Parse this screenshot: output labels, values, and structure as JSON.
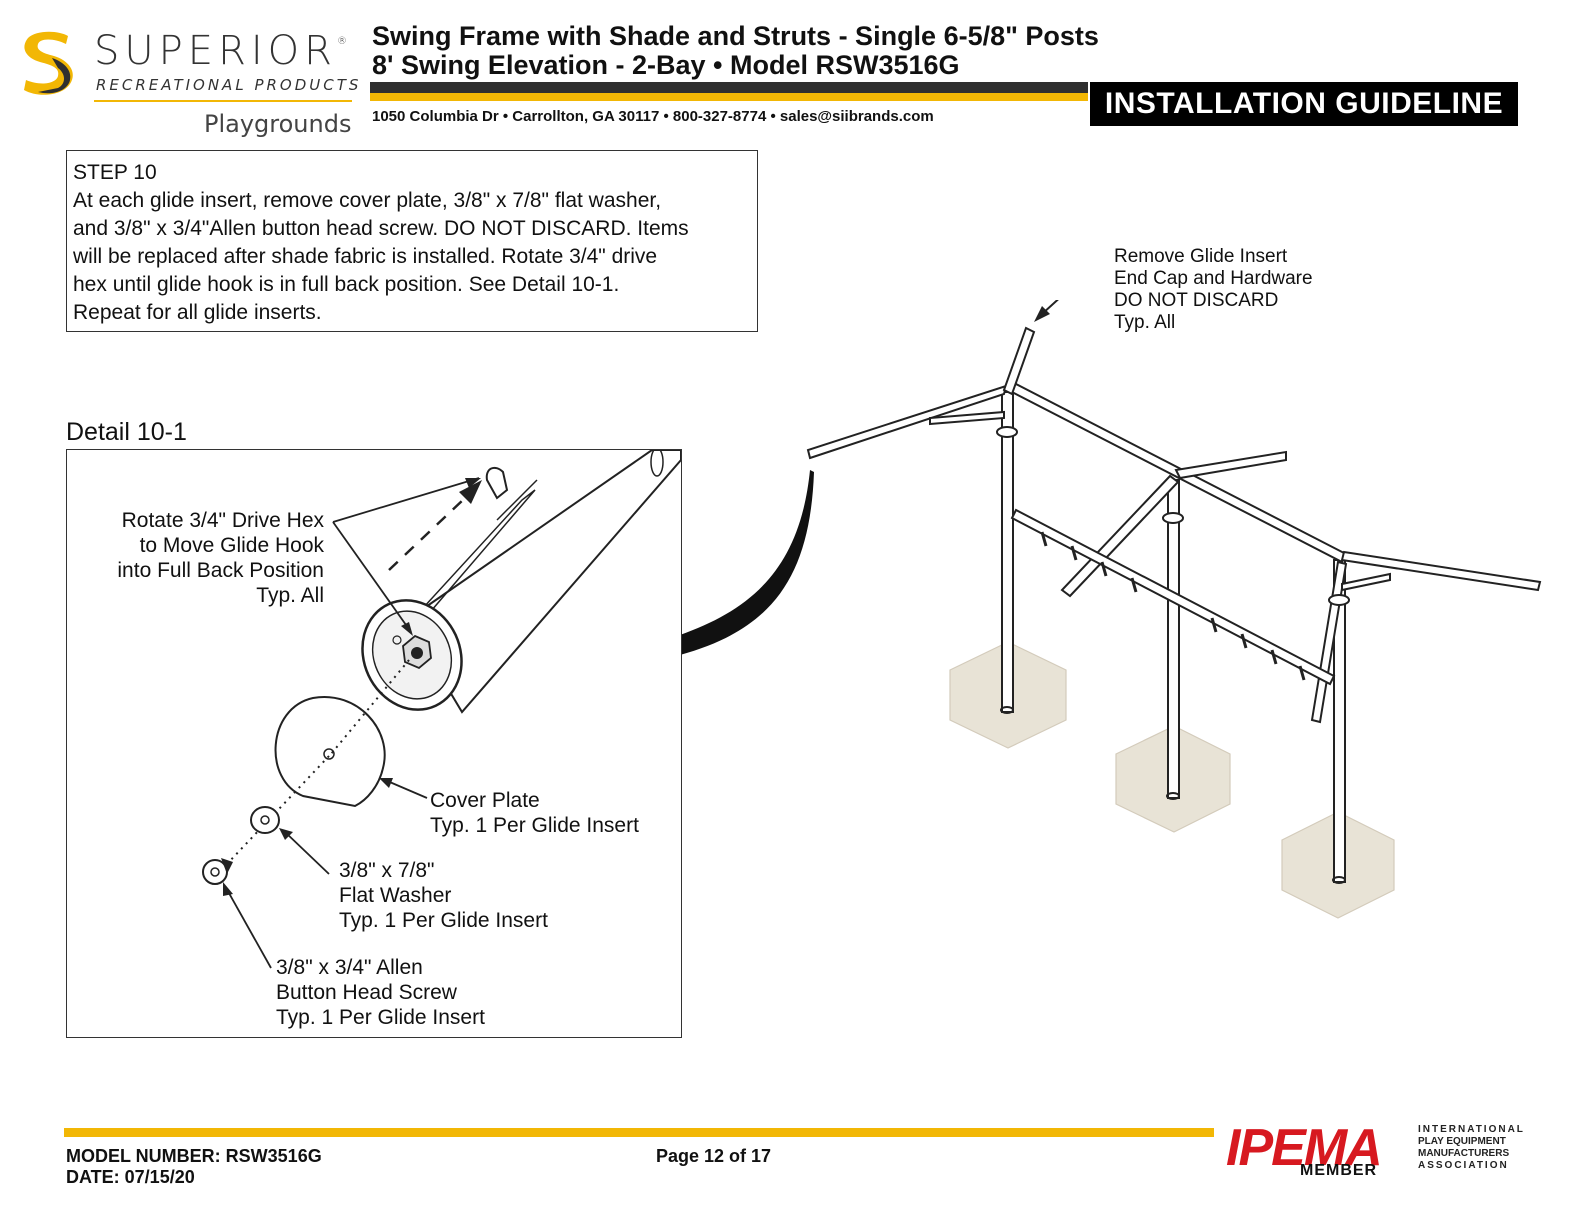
{
  "header": {
    "brand": "SUPERIOR",
    "brand_mark": "®",
    "tagline": "RECREATIONAL PRODUCTS",
    "sub_brand": "Playgrounds",
    "title_line1": "Swing Frame with Shade and Struts - Single 6-5/8\" Posts",
    "title_line2": "8' Swing Elevation - 2-Bay • Model RSW3516G",
    "address": "1050 Columbia Dr • Carrollton, GA 30117 • 800-327-8774 • sales@siibrands.com",
    "banner": "INSTALLATION GUIDELINE"
  },
  "step": {
    "heading": "STEP 10",
    "lines": [
      "At each glide insert, remove cover plate, 3/8\" x 7/8\" flat washer,",
      "and 3/8\" x 3/4\"Allen button head screw.  DO NOT DISCARD.  Items",
      "will be replaced after shade fabric is installed.  Rotate 3/4\" drive",
      "hex until glide hook is in full back position.  See Detail 10-1.",
      "Repeat for all glide inserts."
    ]
  },
  "detail": {
    "title": "Detail 10-1",
    "labels": {
      "rotate": [
        "Rotate 3/4\" Drive Hex",
        "to Move Glide Hook",
        "into Full Back Position",
        "Typ. All"
      ],
      "cover": [
        "Cover Plate",
        "Typ. 1 Per Glide Insert"
      ],
      "washer": [
        "3/8\" x 7/8\"",
        "Flat Washer",
        "Typ. 1 Per Glide Insert"
      ],
      "screw": [
        "3/8\" x 3/4\" Allen",
        "Button Head Screw",
        "Typ. 1 Per Glide Insert"
      ]
    }
  },
  "main_view": {
    "callout": [
      "Remove Glide Insert",
      "End Cap and Hardware",
      "DO NOT DISCARD",
      "Typ. All"
    ]
  },
  "footer": {
    "model": "MODEL NUMBER: RSW3516G",
    "date": "DATE: 07/15/20",
    "page": "Page 12 of 17",
    "ipema": "IPEMA",
    "member": "MEMBER",
    "ipema_lines": [
      "INTERNATIONAL",
      "PLAY EQUIPMENT",
      "MANUFACTURERS",
      "ASSOCIATION"
    ]
  },
  "colors": {
    "accent_yellow": "#f2b705",
    "ipema_red": "#d71920",
    "footing": "#e6e0d2"
  }
}
